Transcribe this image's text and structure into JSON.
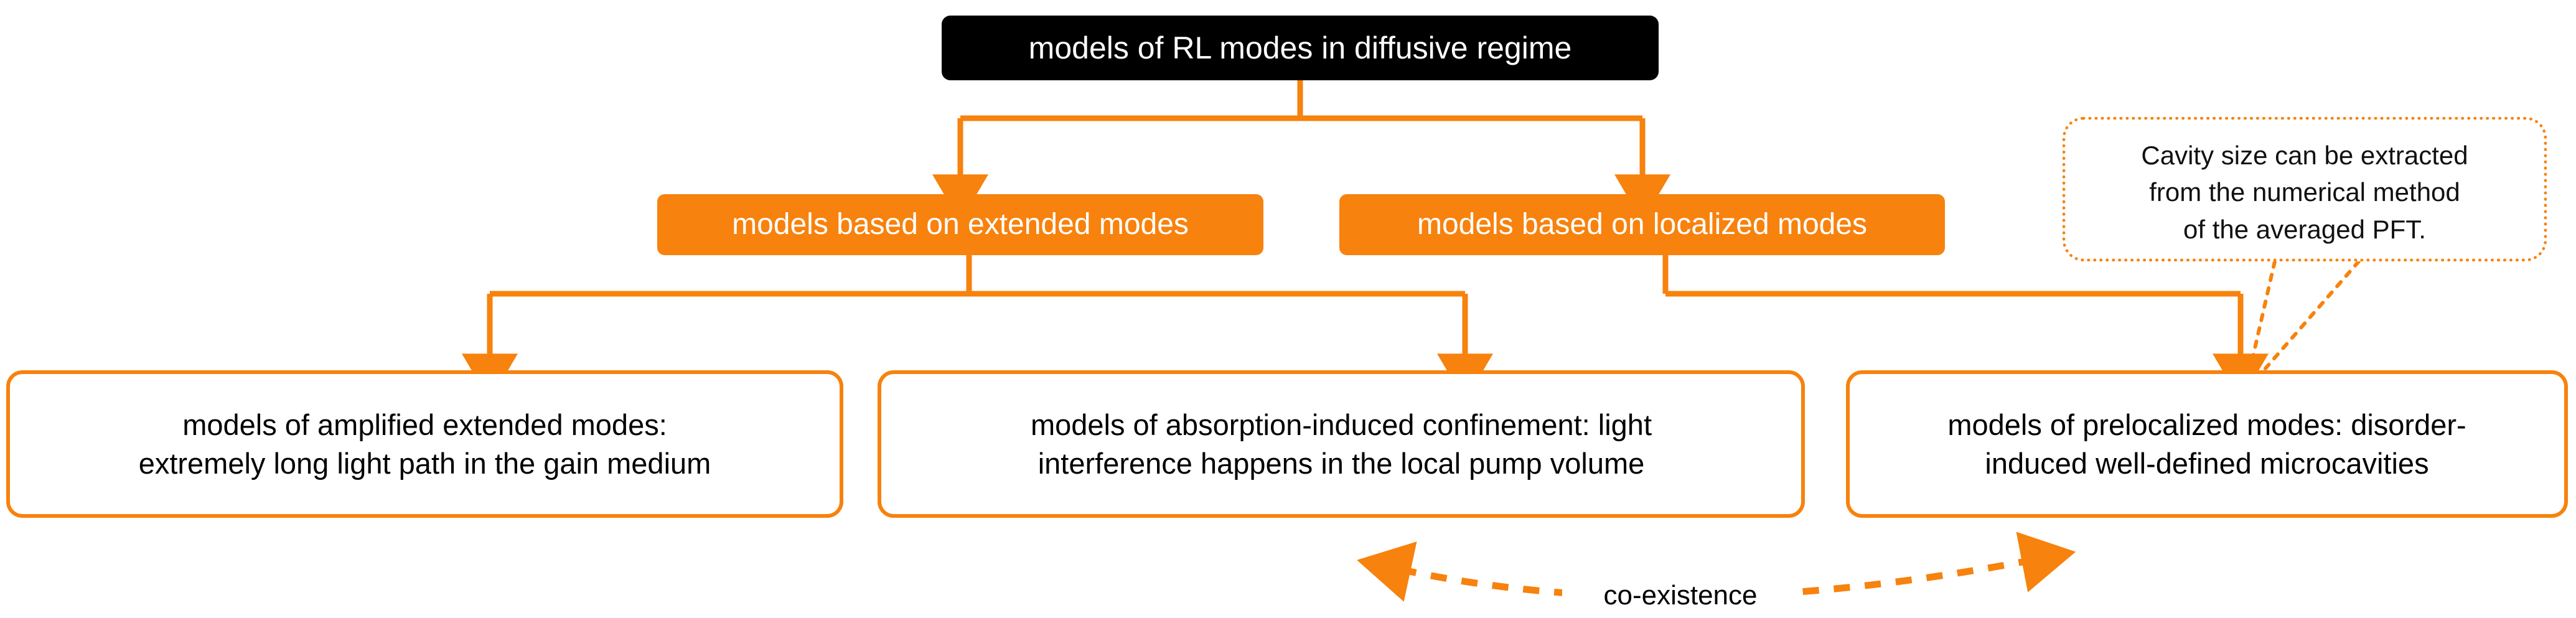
{
  "diagram": {
    "type": "flowchart",
    "accent_color": "#F7820D",
    "root_bg": "#000000",
    "root_text_color": "#FFFFFF",
    "nodes": {
      "root": {
        "label": "models of RL modes in diffusive regime"
      },
      "extended": {
        "label": "models based on extended modes"
      },
      "localized": {
        "label": "models based on localized modes"
      },
      "amplified": {
        "line1": "models of amplified extended modes:",
        "line2": "extremely long light path in the gain medium"
      },
      "absorption": {
        "line1": "models of absorption-induced confinement: light",
        "line2": "interference happens in the local pump volume"
      },
      "prelocalized": {
        "line1": "models of prelocalized modes: disorder-",
        "line2": "induced well-defined microcavities"
      }
    },
    "callout": {
      "line1": "Cavity size can be extracted",
      "line2": "from the numerical method",
      "line3": "of the averaged PFT."
    },
    "edge_labels": {
      "coexistence": "co-existence"
    }
  }
}
